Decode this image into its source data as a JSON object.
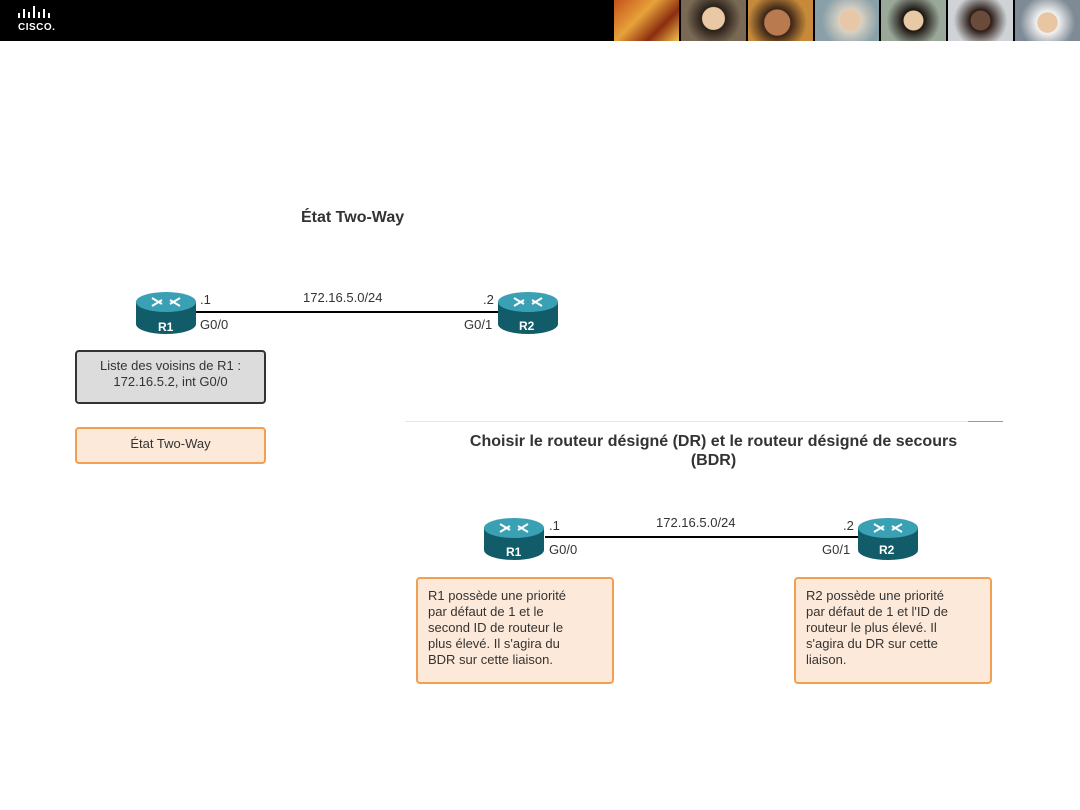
{
  "header": {
    "logo_text": "CISCO.",
    "photos": [
      "photo-1",
      "photo-2",
      "photo-3",
      "photo-4",
      "photo-5",
      "photo-6",
      "photo-7"
    ]
  },
  "two_way": {
    "title": "État Two-Way",
    "r1": {
      "name": "R1",
      "addr": ".1",
      "iface": "G0/0"
    },
    "r2": {
      "name": "R2",
      "addr": ".2",
      "iface": "G0/1"
    },
    "network": "172.16.5.0/24",
    "neighbor_line1": "Liste des voisins de R1 :",
    "neighbor_line2": "172.16.5.2, int G0/0",
    "state_label": "État Two-Way"
  },
  "dr_bdr": {
    "title_line1": "Choisir le routeur désigné (DR) et le routeur désigné de secours",
    "title_line2": "(BDR)",
    "r1": {
      "name": "R1",
      "addr": ".1",
      "iface": "G0/0"
    },
    "r2": {
      "name": "R2",
      "addr": ".2",
      "iface": "G0/1"
    },
    "network": "172.16.5.0/24",
    "r1_note": [
      "R1 possède une priorité",
      "par défaut de 1 et le",
      "second ID de routeur le",
      "plus élevé. Il s'agira du",
      "BDR sur cette liaison."
    ],
    "r2_note": [
      "R2 possède une priorité",
      "par défaut de 1 et l'ID de",
      "routeur le plus élevé. Il",
      "s'agira du DR sur cette",
      "liaison."
    ]
  },
  "colors": {
    "router_teal": "#1e7a8c",
    "orange_border": "#f0a050",
    "orange_fill": "#fde9d9",
    "gray_fill": "#dcdcdc"
  }
}
